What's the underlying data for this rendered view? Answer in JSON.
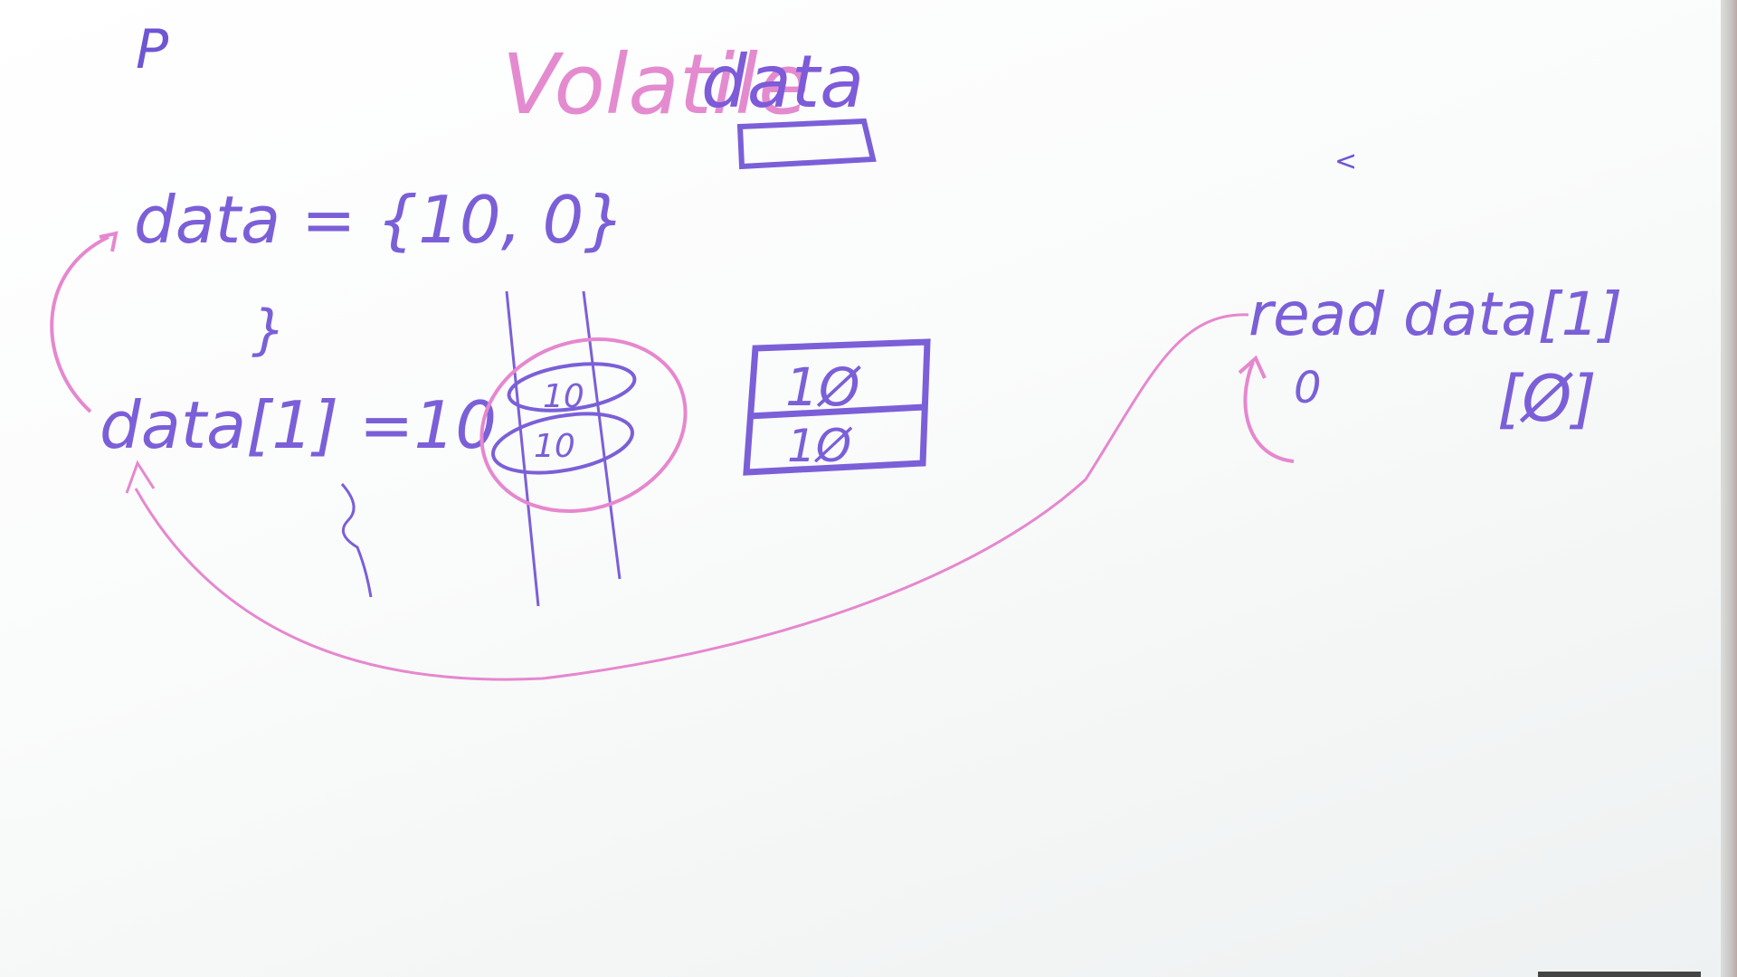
{
  "colors": {
    "ink_purple": "#7b5fd8",
    "ink_pink": "#e687cf",
    "board": "#fbfcfc"
  },
  "board_text": {
    "p_label": "P",
    "title_volatile": "Volatile",
    "title_data": "data",
    "code_line_1": "data = {10, 0}",
    "brace_small": "}",
    "code_line_2": "data[1] =10",
    "brace_long": "}",
    "cache_values": [
      "10",
      "10"
    ],
    "memory_values": [
      "1Ø",
      "1Ø"
    ],
    "read_label": "read data[1]",
    "read_result_left": "0",
    "read_result_right": "[Ø]",
    "caret": "<"
  }
}
